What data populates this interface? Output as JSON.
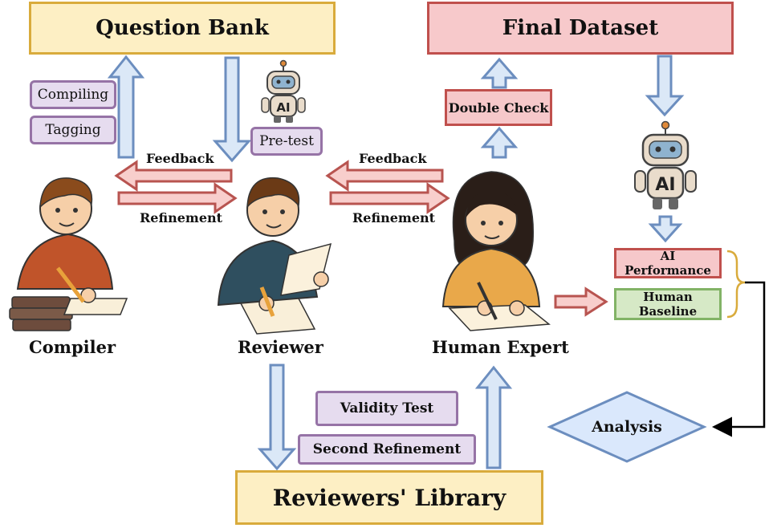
{
  "boxes": {
    "question_bank": "Question Bank",
    "final_dataset": "Final Dataset",
    "reviewers_library": "Reviewers' Library",
    "compiling": "Compiling",
    "tagging": "Tagging",
    "pre_test": "Pre-test",
    "double_check": "Double Check",
    "ai_performance": "AI Performance",
    "human_baseline": "Human Baseline",
    "validity_test": "Validity Test",
    "second_refinement": "Second Refinement",
    "analysis": "Analysis"
  },
  "people": {
    "compiler": "Compiler",
    "reviewer": "Reviewer",
    "human_expert": "Human Expert"
  },
  "arrow_labels": {
    "feedback_left": "Feedback",
    "refinement_left": "Refinement",
    "feedback_right": "Feedback",
    "refinement_right": "Refinement"
  },
  "robot_text": "AI",
  "colors": {
    "blue_arrow_fill": "#dbe8f7",
    "blue_arrow_stroke": "#6c8ebf",
    "red_arrow_fill": "#f8cecc",
    "red_arrow_stroke": "#b85450",
    "yellow_box": "#fdefc4",
    "pink_box": "#f7c9cb",
    "purple_box": "#e6dcef",
    "green_box": "#d6e9c6",
    "diamond_fill": "#dae8fc"
  }
}
